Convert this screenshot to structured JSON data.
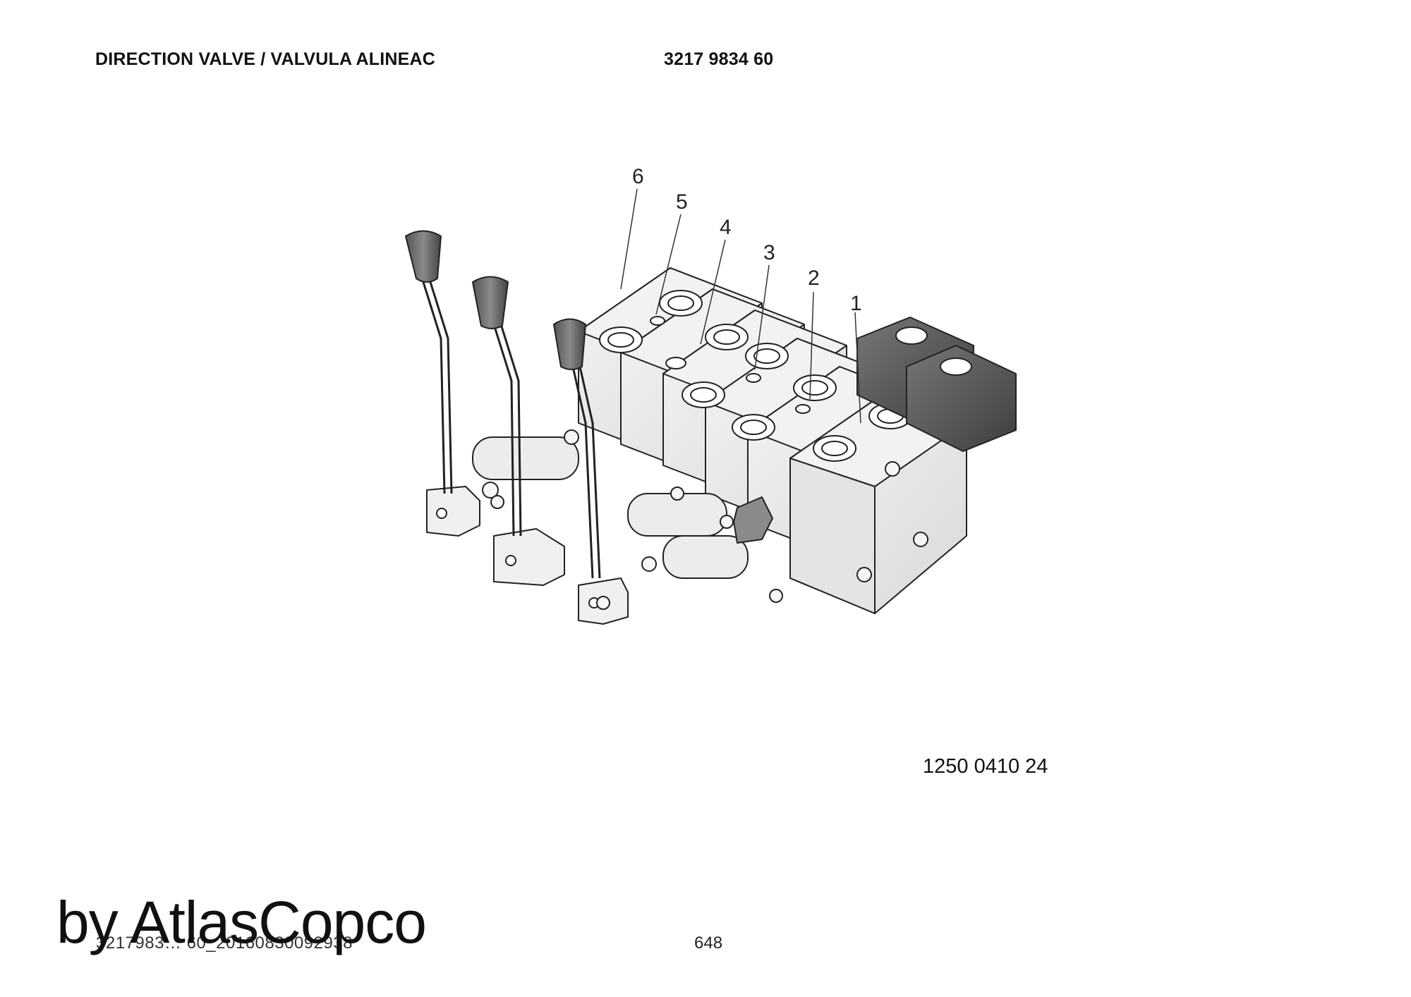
{
  "header": {
    "title": "DIRECTION VALVE / VALVULA ALINEAC",
    "part_number": "3217 9834 60"
  },
  "figure": {
    "reference_number": "1250 0410 24",
    "callouts": [
      "1",
      "2",
      "3",
      "4",
      "5",
      "6"
    ]
  },
  "footer": {
    "document_id": "3217983… 60_20160830092938",
    "page_number": "648"
  },
  "watermark": {
    "text": "by AtlasCopco"
  }
}
